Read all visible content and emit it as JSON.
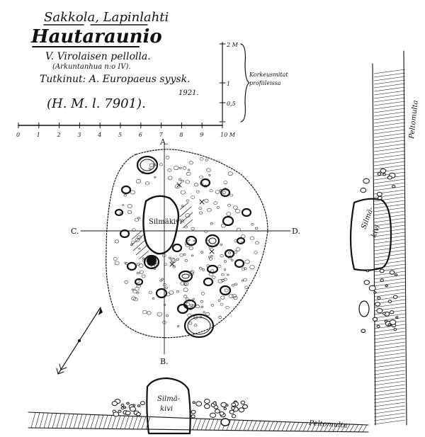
{
  "header": {
    "place": "Sakkola, Lapinlahti",
    "title": "Hautaraunio",
    "farm": "V. Virolaisen pellolla.",
    "register": "(Arkuntanhua n:o IV).",
    "surveyor": "Tutkinut: A. Europaeus syysk.",
    "year": "1921.",
    "catalogue": "(H. M. l. 7901)."
  },
  "height_scale": {
    "ticks": [
      "2 M",
      "1",
      "0,5"
    ],
    "caption_line1": "Korkeusmitat",
    "caption_line2": "profiileissa"
  },
  "length_scale": {
    "ticks": [
      "0",
      "1",
      "2",
      "3",
      "4",
      "5",
      "6",
      "7",
      "8",
      "9",
      "10 M"
    ]
  },
  "plan": {
    "axis_a": "A.",
    "axis_b": "B.",
    "axis_c": "C.",
    "axis_d": "D.",
    "stone_label": "Silmäkivi"
  },
  "section_right": {
    "stone_label_1": "Silmä-",
    "stone_label_2": "kivi",
    "ground_label": "Peltomulta"
  },
  "section_bottom": {
    "stone_label_1": "Silmä-",
    "stone_label_2": "kivi",
    "ground_label": "Peltomulta"
  }
}
